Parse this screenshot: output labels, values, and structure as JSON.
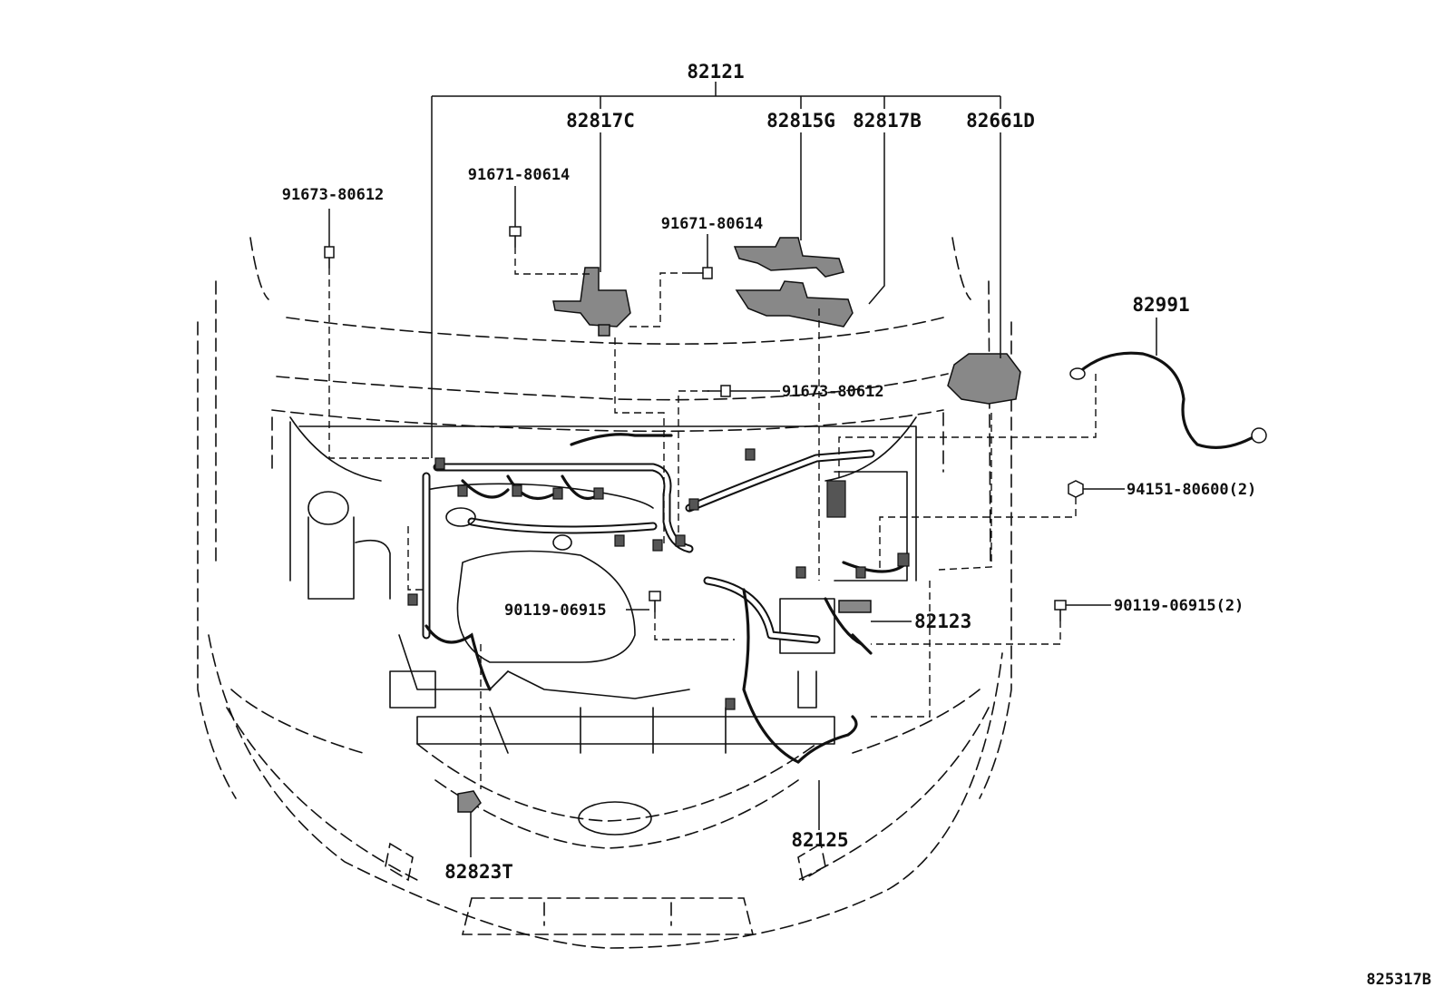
{
  "labels": {
    "main_harness": "82121",
    "bracket_c": "82817C",
    "protector_g": "82815G",
    "bracket_b": "82817B",
    "junction_d": "82661D",
    "clip_left_top": "91673-80612",
    "bolt_a": "91671-80614",
    "bolt_b": "91671-80614",
    "clip_center": "91673-80612",
    "cable_ground": "82991",
    "nut_right": "94151-80600(2)",
    "bolt_center": "90119-06915",
    "bolt_right": "90119-06915(2)",
    "wire_82123": "82123",
    "wire_82125": "82125",
    "sensor_82823t": "82823T",
    "figure_number": "825317B"
  },
  "icons": {
    "bolt": "bolt-icon",
    "clip": "clip-icon",
    "nut": "nut-icon"
  },
  "colors": {
    "line": "#111111",
    "part_fill": "#888888",
    "background": "#ffffff"
  }
}
